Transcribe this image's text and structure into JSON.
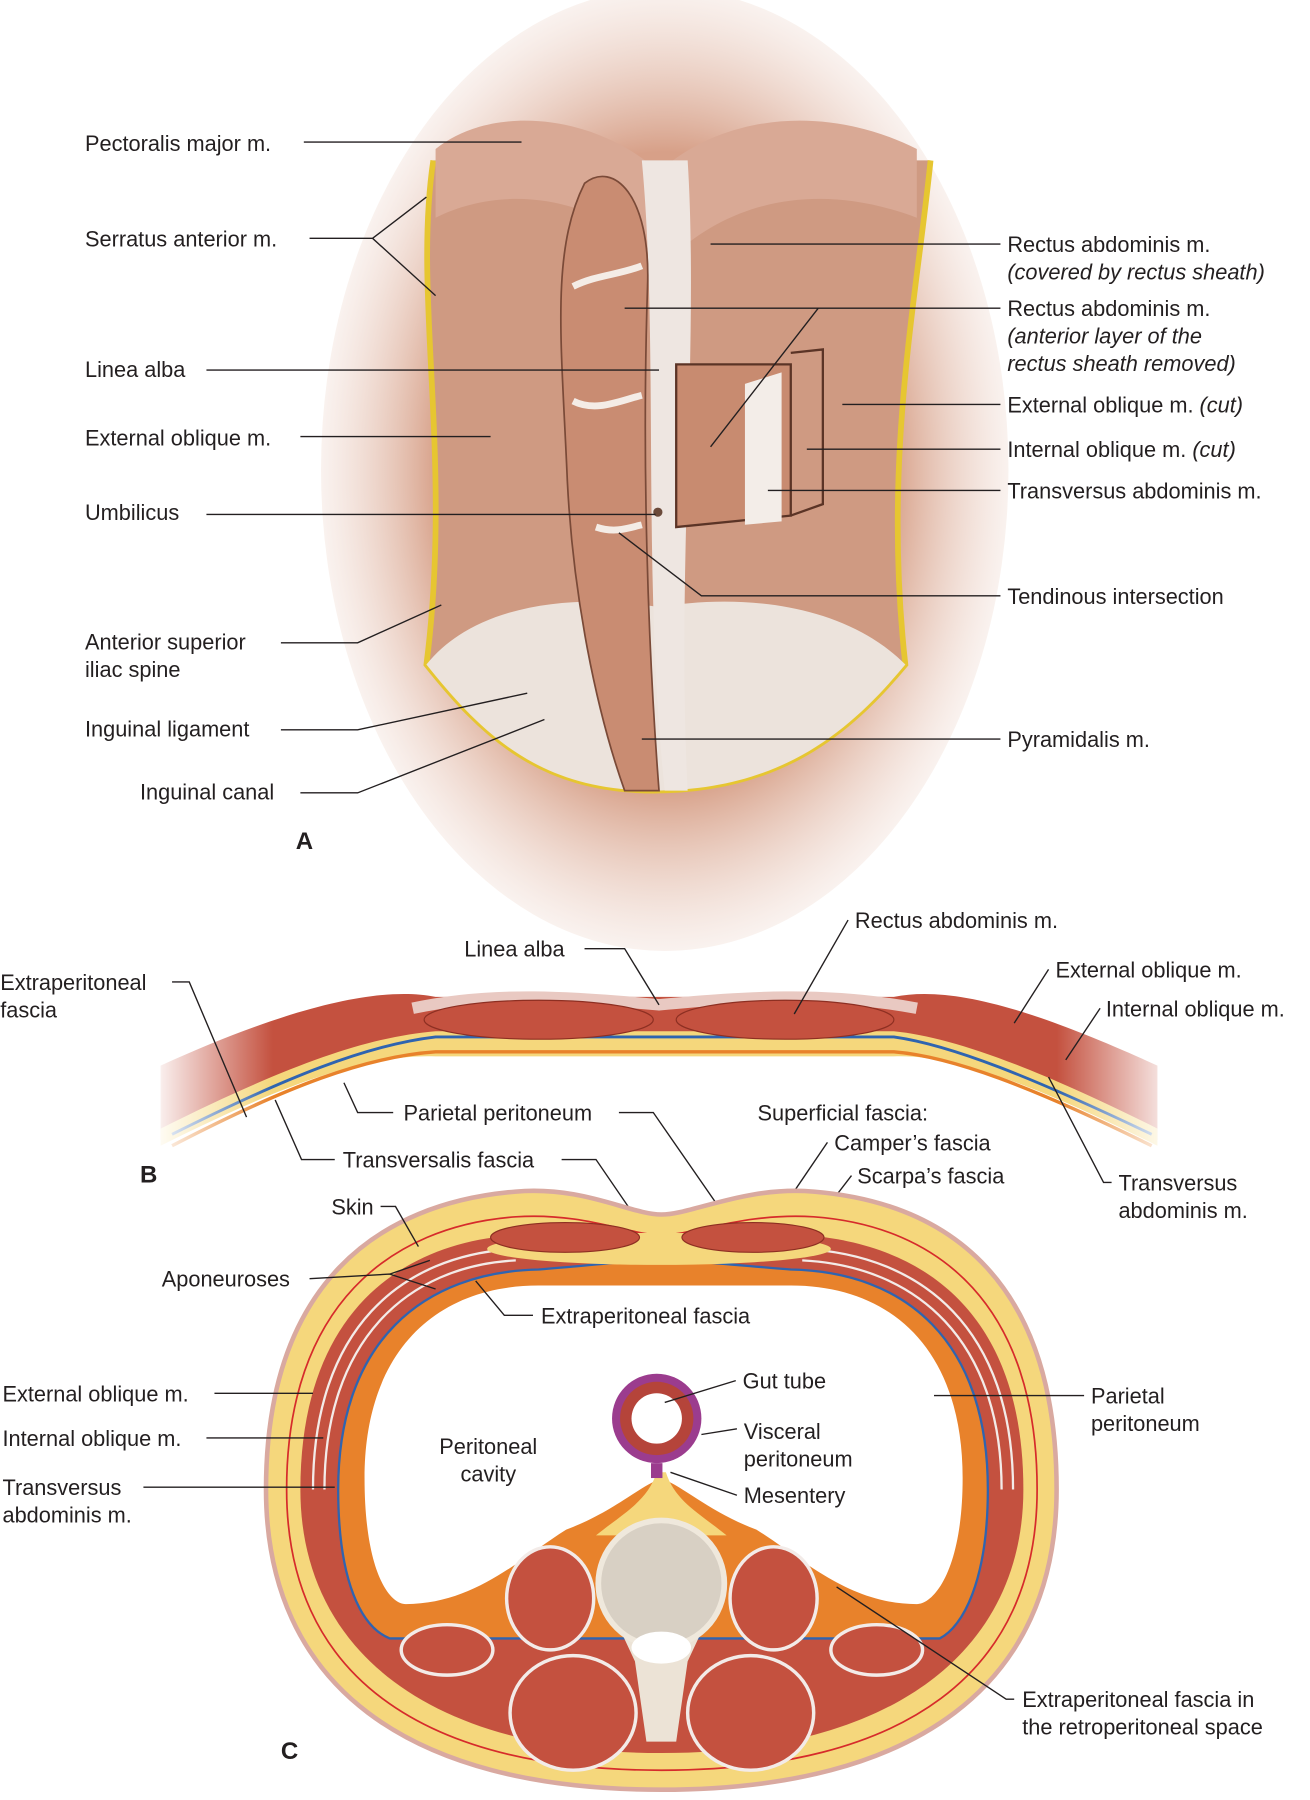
{
  "panel_a": {
    "letter": "A",
    "left_labels": {
      "pectoralis": "Pectoralis major m.",
      "serratus": "Serratus anterior m.",
      "linea_alba": "Linea alba",
      "external_oblique": "External oblique m.",
      "umbilicus": "Umbilicus",
      "asis_1": "Anterior superior",
      "asis_2": "iliac spine",
      "inguinal_ligament": "Inguinal ligament",
      "inguinal_canal": "Inguinal canal"
    },
    "right_labels": {
      "rectus_covered_1": "Rectus abdominis m.",
      "rectus_covered_2": "(covered by rectus sheath)",
      "rectus_exposed_1": "Rectus abdominis m.",
      "rectus_exposed_2": "(anterior layer of the",
      "rectus_exposed_3": "rectus sheath removed)",
      "ext_oblique_cut": "External oblique m.",
      "ext_oblique_cut_note": "(cut)",
      "int_oblique_cut": "Internal oblique m.",
      "int_oblique_cut_note": "(cut)",
      "transversus": "Transversus abdominis m.",
      "tendinous": "Tendinous intersection",
      "pyramidalis": "Pyramidalis m."
    }
  },
  "panel_b": {
    "letter": "B",
    "labels": {
      "linea_alba": "Linea alba",
      "rectus": "Rectus abdominis m.",
      "extraperitoneal_1": "Extraperitoneal",
      "extraperitoneal_2": "fascia",
      "external_oblique": "External oblique m.",
      "internal_oblique": "Internal oblique m.",
      "parietal_peritoneum": "Parietal peritoneum",
      "superficial_fascia": "Superficial fascia:",
      "campers": "Camper’s fascia",
      "scarpas": "Scarpa’s fascia",
      "transversalis": "Transversalis fascia",
      "transversus_1": "Transversus",
      "transversus_2": "abdominis m."
    }
  },
  "panel_c": {
    "letter": "C",
    "labels": {
      "skin": "Skin",
      "aponeuroses": "Aponeuroses",
      "extraperitoneal": "Extraperitoneal fascia",
      "external_oblique": "External oblique m.",
      "internal_oblique": "Internal oblique m.",
      "transversus_1": "Transversus",
      "transversus_2": "abdominis m.",
      "peritoneal_cavity_1": "Peritoneal",
      "peritoneal_cavity_2": "cavity",
      "gut_tube": "Gut tube",
      "visceral_1": "Visceral",
      "visceral_2": "peritoneum",
      "mesentery": "Mesentery",
      "parietal_1": "Parietal",
      "parietal_2": "peritoneum",
      "retro_1": "Extraperitoneal fascia in",
      "retro_2": "the retroperitoneal space"
    }
  },
  "colors": {
    "muscle": "#c4513f",
    "fat": "#f5d77c",
    "peritoneum": "#e8822b",
    "fascia_blue": "#2f64b0",
    "skin": "#e9c9c2",
    "torso": "#d7a088"
  }
}
